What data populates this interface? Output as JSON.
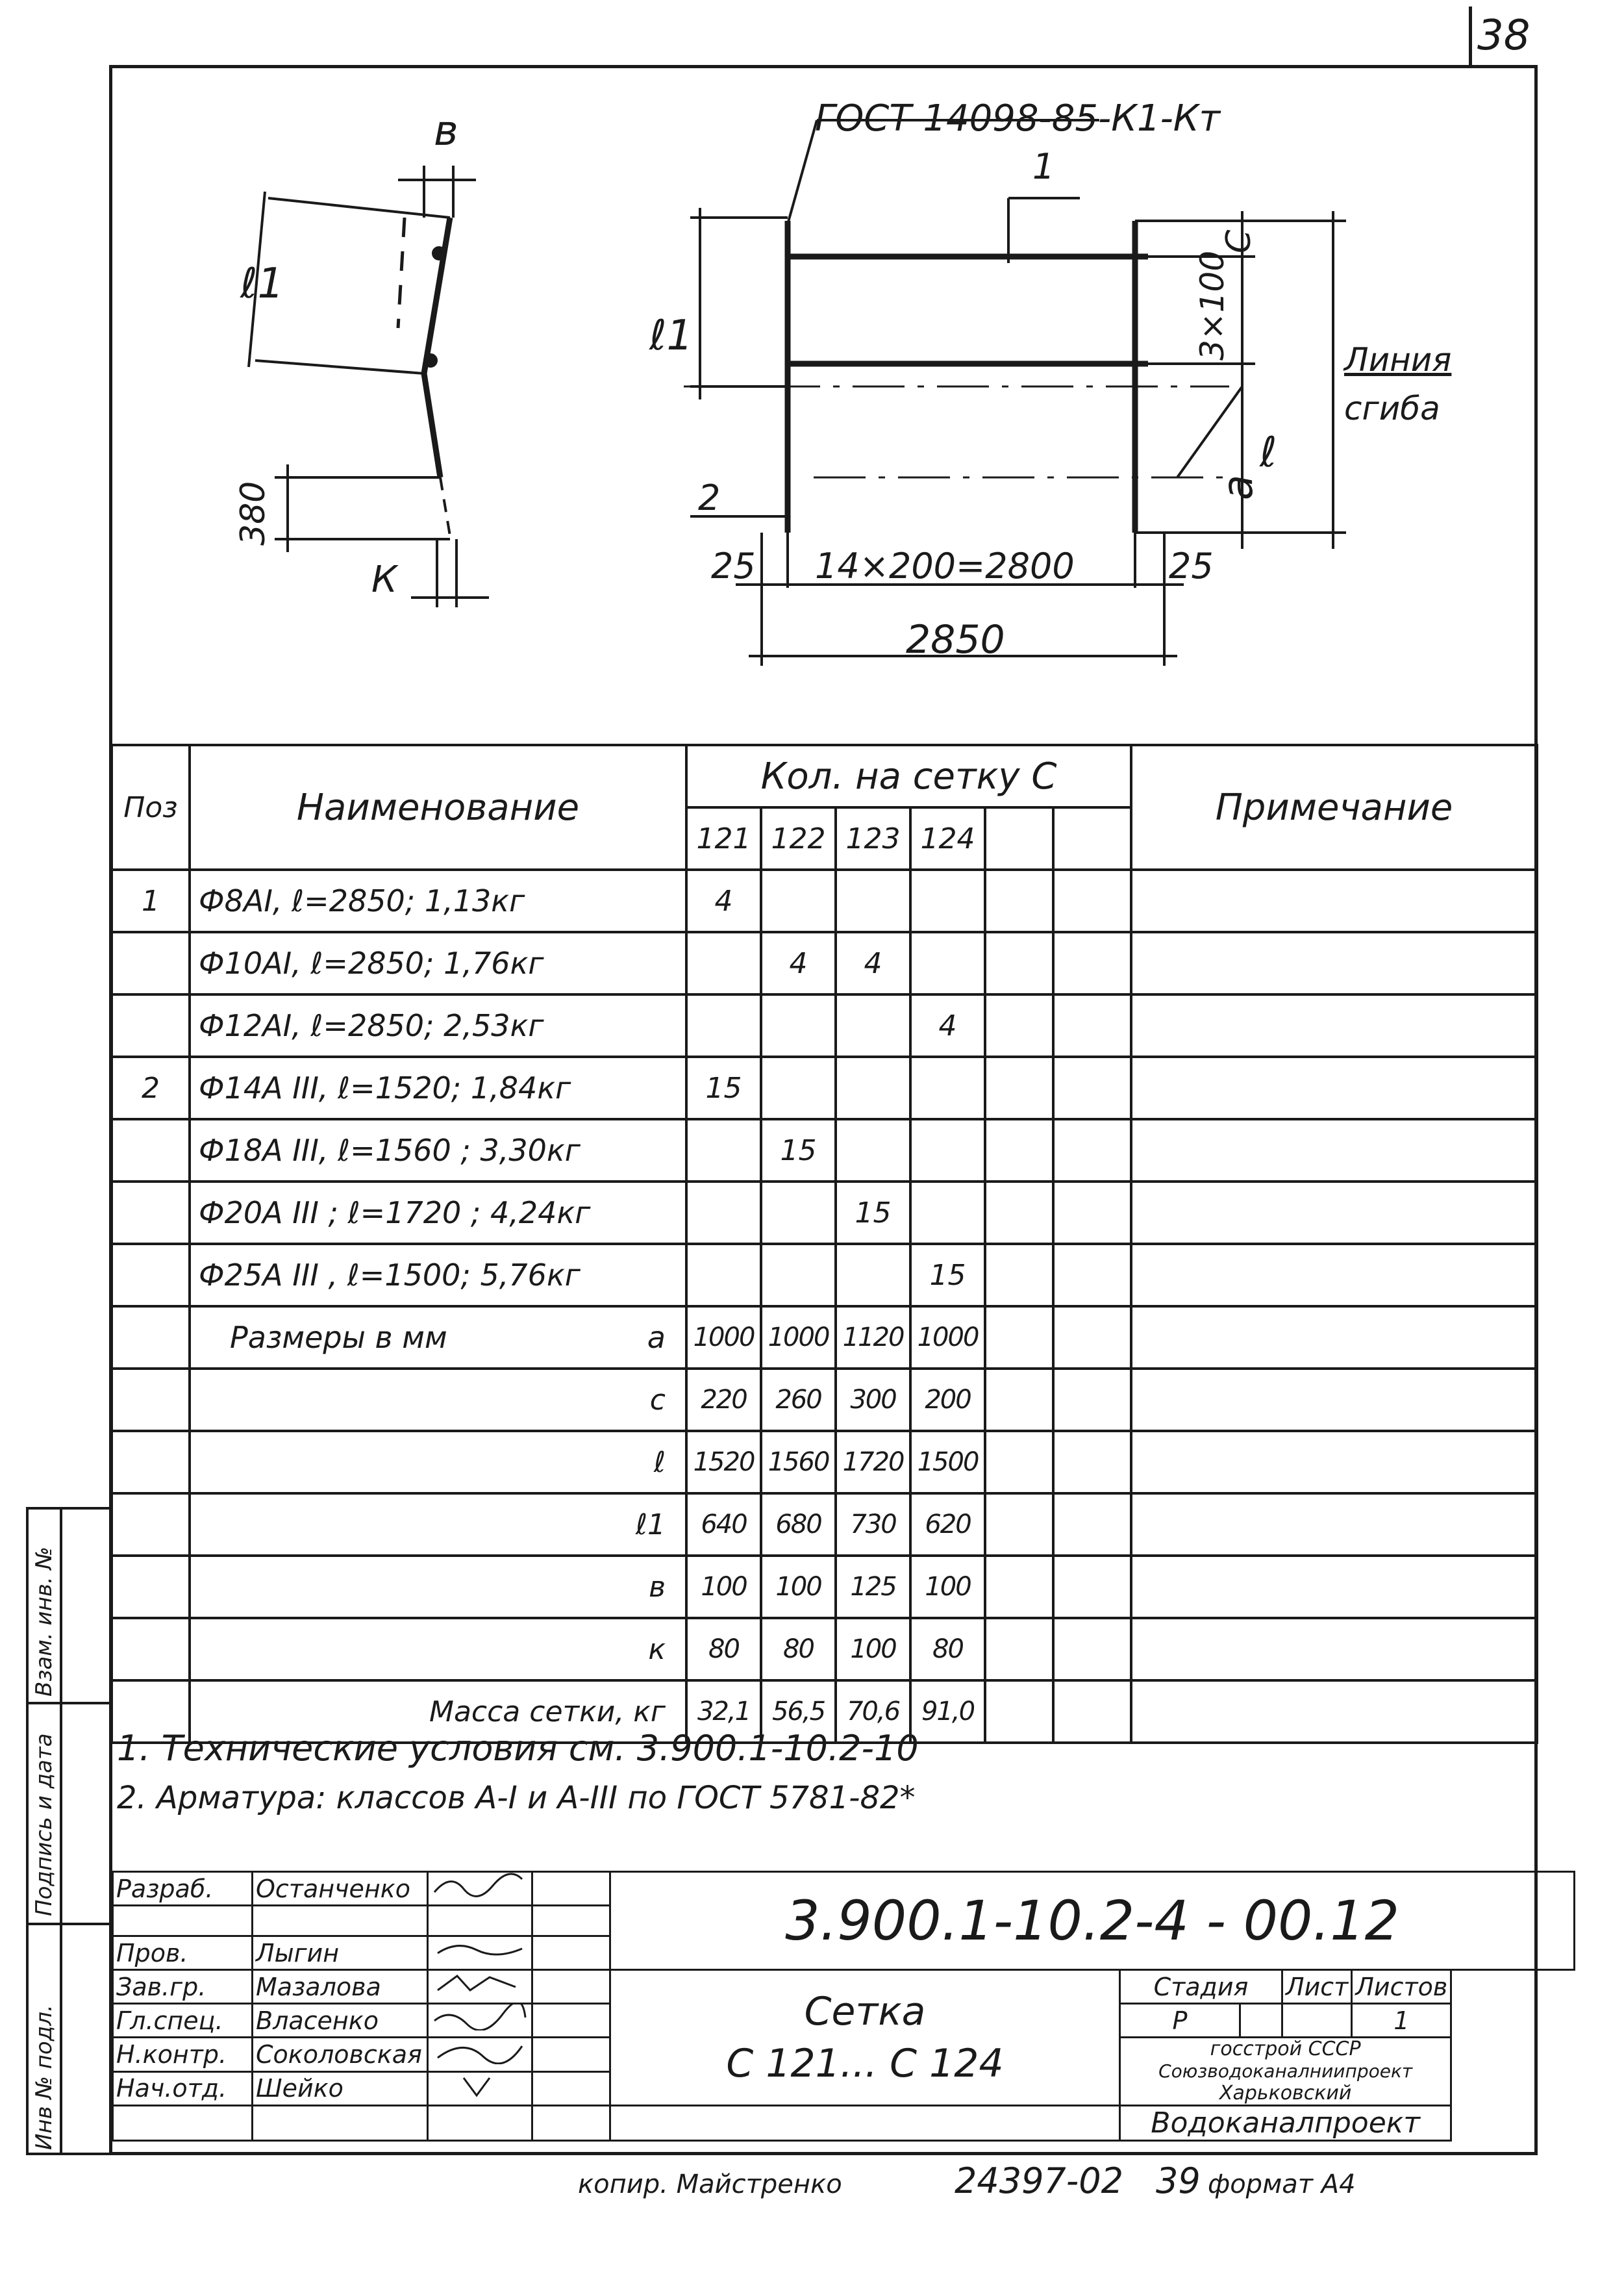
{
  "sheet": {
    "page_number": "38"
  },
  "drawing": {
    "gost_callout": "ГОСТ 14098-85-К1-Кт",
    "pos1": "1",
    "pos2": "2",
    "dim_b": "в",
    "dim_l1_left": "ℓ1",
    "dim_l1_mid": "ℓ1",
    "dim_380": "380",
    "dim_k": "К",
    "dim_c": "С",
    "dim_3x100": "3×100",
    "dim_a": "а",
    "dim_l": "ℓ",
    "bend_line_1": "Линия",
    "bend_line_2": "сгиба",
    "dim_25_left": "25",
    "dim_span": "14×200=2800",
    "dim_25_right": "25",
    "dim_2850": "2850"
  },
  "spec_table": {
    "headers": {
      "pos": "Поз",
      "name": "Наименование",
      "qty_group": "Кол. на сетку С",
      "note": "Примечание",
      "cols": [
        "121",
        "122",
        "123",
        "124",
        "",
        ""
      ]
    },
    "rows": [
      {
        "pos": "1",
        "name": "Ф8АI, ℓ=2850;   1,13кг",
        "q": [
          "4",
          "",
          "",
          "",
          "",
          ""
        ]
      },
      {
        "pos": "",
        "name": "Ф10АI, ℓ=2850;  1,76кг",
        "q": [
          "",
          "4",
          "4",
          "",
          "",
          ""
        ]
      },
      {
        "pos": "",
        "name": "Ф12АI, ℓ=2850;  2,53кг",
        "q": [
          "",
          "",
          "",
          "4",
          "",
          ""
        ]
      },
      {
        "pos": "2",
        "name": "Ф14А III, ℓ=1520;  1,84кг",
        "q": [
          "15",
          "",
          "",
          "",
          "",
          ""
        ]
      },
      {
        "pos": "",
        "name": "Ф18А III, ℓ=1560 ; 3,30кг",
        "q": [
          "",
          "15",
          "",
          "",
          "",
          ""
        ]
      },
      {
        "pos": "",
        "name": "Ф20А III ; ℓ=1720 ; 4,24кг",
        "q": [
          "",
          "",
          "15",
          "",
          "",
          ""
        ]
      },
      {
        "pos": "",
        "name": "Ф25А III , ℓ=1500; 5,76кг",
        "q": [
          "",
          "",
          "",
          "15",
          "",
          ""
        ]
      }
    ],
    "dims_title": "Размеры в мм",
    "dims": [
      {
        "sym": "а",
        "q": [
          "1000",
          "1000",
          "1120",
          "1000",
          "",
          ""
        ]
      },
      {
        "sym": "с",
        "q": [
          "220",
          "260",
          "300",
          "200",
          "",
          ""
        ]
      },
      {
        "sym": "ℓ",
        "q": [
          "1520",
          "1560",
          "1720",
          "1500",
          "",
          ""
        ]
      },
      {
        "sym": "ℓ1",
        "q": [
          "640",
          "680",
          "730",
          "620",
          "",
          ""
        ]
      },
      {
        "sym": "в",
        "q": [
          "100",
          "100",
          "125",
          "100",
          "",
          ""
        ]
      },
      {
        "sym": "к",
        "q": [
          "80",
          "80",
          "100",
          "80",
          "",
          ""
        ]
      },
      {
        "sym": "Масса сетки, кг",
        "q": [
          "32,1",
          "56,5",
          "70,6",
          "91,0",
          "",
          ""
        ]
      }
    ]
  },
  "notes": [
    "1. Технические условия см. 3.900.1-10.2-10",
    "2. Арматура: классов А-I и А-III по ГОСТ 5781-82*"
  ],
  "title_block": {
    "roles": [
      "Разраб.",
      "",
      "Пров.",
      "Зав.гр.",
      "Гл.спец.",
      "Н.контр.",
      "Нач.отд."
    ],
    "names": [
      "Останченко",
      "",
      "Лыгин",
      "Мазалова",
      "Власенко",
      "Соколовская",
      "Шейко"
    ],
    "designation": "3.900.1-10.2-4 - 00.12",
    "product_line1": "Сетка",
    "product_line2": "С 121... С 124",
    "stage_label": "Стадия",
    "sheet_label": "Лист",
    "sheets_label": "Листов",
    "stage_value": "Р",
    "sheet_value": "",
    "sheets_value": "1",
    "org1": "госстрой СССР",
    "org2": "Союзводоканалниипроект",
    "org3": "Харьковский",
    "org4": "Водоканалпроект"
  },
  "side_stamp": {
    "inv_orig": "Инв № подл.",
    "sign_date": "Подпись и дата",
    "replace_inv": "Взам. инв. №"
  },
  "footer": {
    "copied": "копир. Майстренко",
    "number": "24397-02",
    "sheet": "39",
    "format": "формат А4"
  }
}
